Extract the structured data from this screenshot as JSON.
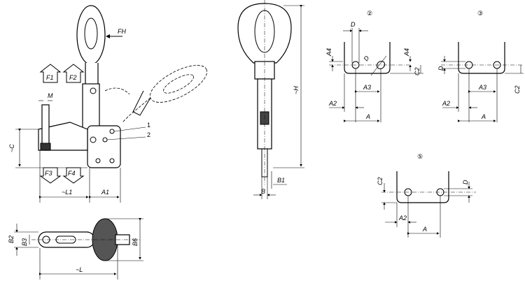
{
  "labels": {
    "side_view": {
      "FH": "FH",
      "F1": "F1",
      "F2": "F2",
      "F3": "F3",
      "F4": "F4",
      "M": "M",
      "C": "~C",
      "L1": "~L1",
      "A1": "A1",
      "callout_1": "1",
      "callout_2": "2"
    },
    "top_view": {
      "B2": "B2",
      "B3": "B3",
      "B6": "B6",
      "L": "~L"
    },
    "front_view": {
      "H": "~H",
      "B1": "B1",
      "B": "B"
    },
    "detail_2": {
      "marker": "②",
      "D": "D",
      "A4_left": "A4",
      "D_diag": "D",
      "A4_right": "A4",
      "C2": "C2",
      "A3": "A3",
      "A2": "A2",
      "A": "A"
    },
    "detail_3": {
      "marker": "③",
      "D": "D",
      "C2": "C2",
      "A3": "A3",
      "A2": "A2",
      "A": "A"
    },
    "detail_5": {
      "marker": "⑤",
      "C2": "C2",
      "D": "D",
      "A2": "A2",
      "A": "A"
    }
  }
}
